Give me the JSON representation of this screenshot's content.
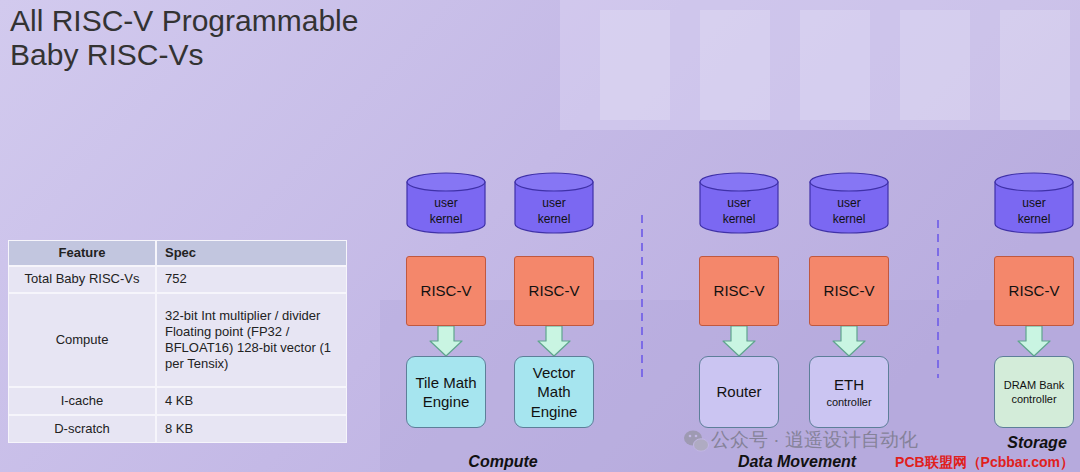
{
  "diagram": {
    "title": "All RISC-V Programmable Baby RISC-Vs",
    "nodes": [
      {
        "text": [
          "user kernel"
        ]
      },
      {
        "text": [
          "user kernel"
        ]
      },
      {
        "text": [
          "user kernel"
        ]
      },
      {
        "text": [
          "user kernel"
        ]
      },
      {
        "text": [
          "user kernel"
        ]
      },
      {
        "text": [
          "RISC-V"
        ]
      },
      {
        "text": [
          "RISC-V"
        ]
      },
      {
        "text": [
          "RISC-V"
        ]
      },
      {
        "text": [
          "RISC-V"
        ]
      },
      {
        "text": [
          "RISC-V"
        ]
      },
      {
        "text": [
          "Tile Math Engine"
        ]
      },
      {
        "text": [
          "Vector Math Engine"
        ]
      },
      {
        "text": [
          "Router"
        ]
      },
      {
        "text": [
          "ETH",
          "controller"
        ]
      },
      {
        "text": [
          "DRAM Bank controller"
        ]
      }
    ],
    "edges": [
      {
        "from": 5,
        "to": 10,
        "arrow": "to"
      },
      {
        "from": 6,
        "to": 11,
        "arrow": "to"
      },
      {
        "from": 7,
        "to": 12,
        "arrow": "to"
      },
      {
        "from": 8,
        "to": 13,
        "arrow": "to"
      },
      {
        "from": 9,
        "to": 14,
        "arrow": "to"
      }
    ],
    "labels": [
      "Feature",
      "Spec",
      "Total Baby RISC-Vs",
      "752",
      "Compute",
      "32-bit Int multiplier / divider Floating point (FP32 / BFLOAT16) 128-bit vector (1 per Tensix)",
      "I-cache",
      "4 KB",
      "D-scratch",
      "8 KB",
      "Compute",
      "Data Movement",
      "Storage",
      "公众号 · 逍遥设计自动化",
      "PCB联盟网（Pcbbar.com）"
    ]
  }
}
